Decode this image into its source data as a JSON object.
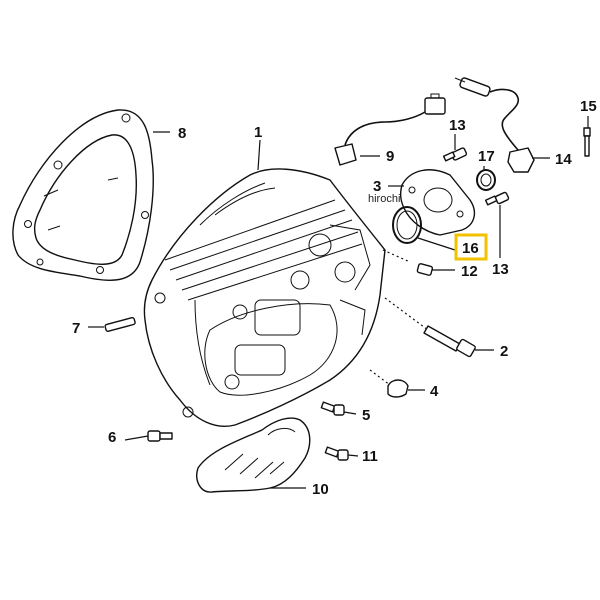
{
  "diagram": {
    "callouts": [
      {
        "id": "1",
        "text": "1"
      },
      {
        "id": "2",
        "text": "2"
      },
      {
        "id": "3",
        "text": "3"
      },
      {
        "id": "4",
        "text": "4"
      },
      {
        "id": "5",
        "text": "5"
      },
      {
        "id": "6",
        "text": "6"
      },
      {
        "id": "7",
        "text": "7"
      },
      {
        "id": "8",
        "text": "8"
      },
      {
        "id": "9",
        "text": "9"
      },
      {
        "id": "10",
        "text": "10"
      },
      {
        "id": "11",
        "text": "11"
      },
      {
        "id": "12",
        "text": "12"
      },
      {
        "id": "13a",
        "text": "13"
      },
      {
        "id": "13b",
        "text": "13"
      },
      {
        "id": "14",
        "text": "14"
      },
      {
        "id": "15",
        "text": "15"
      },
      {
        "id": "16",
        "text": "16"
      },
      {
        "id": "17",
        "text": "17"
      }
    ],
    "highlight_color": "#f2c200",
    "watermark": "hirochi"
  }
}
